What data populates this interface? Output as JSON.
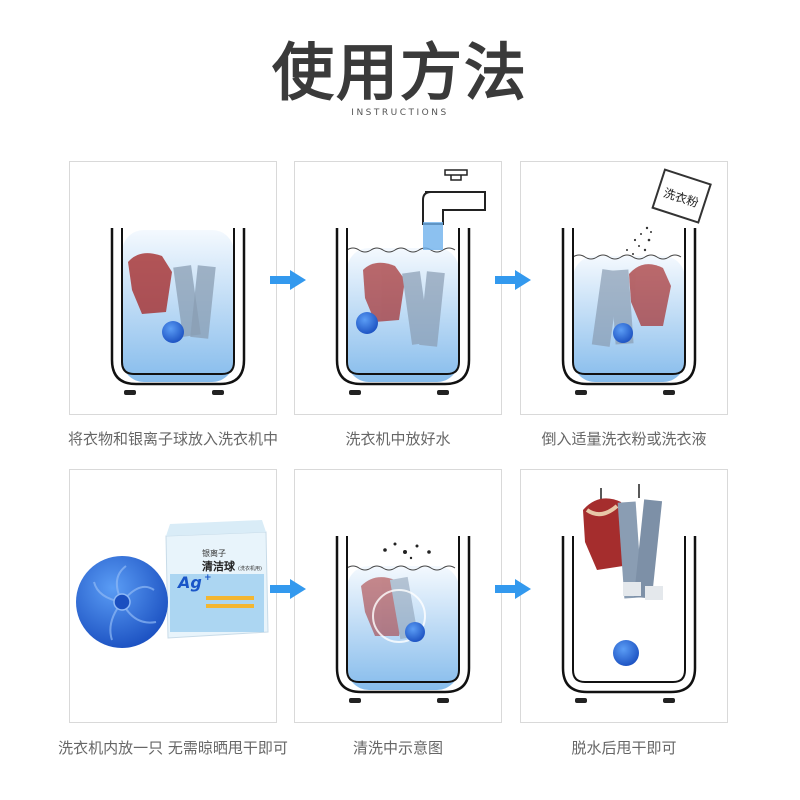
{
  "header": {
    "title": "使用方法",
    "subtitle": "INSTRUCTIONS"
  },
  "steps": [
    {
      "caption": "将衣物和银离子球放入洗衣机中"
    },
    {
      "caption": "洗衣机中放好水"
    },
    {
      "caption": "倒入适量洗衣粉或洗衣液"
    },
    {
      "caption": "洗衣机内放一只 无需晾晒甩干即可"
    },
    {
      "caption": "清洗中示意图"
    },
    {
      "caption": "脱水后甩干即可"
    }
  ],
  "product_box": {
    "brand_label": "银离子",
    "name": "清洁球",
    "name_suffix": "(洗衣机用)",
    "ag_label": "Ag",
    "ag_plus": "+"
  },
  "detergent_bag_label": "洗衣粉",
  "colors": {
    "arrow": "#3399ee",
    "water_top": "#eef5fc",
    "water_bottom": "#8ec0ee",
    "ball": "#2f6fe0",
    "panel_border": "#d9d9d9"
  }
}
